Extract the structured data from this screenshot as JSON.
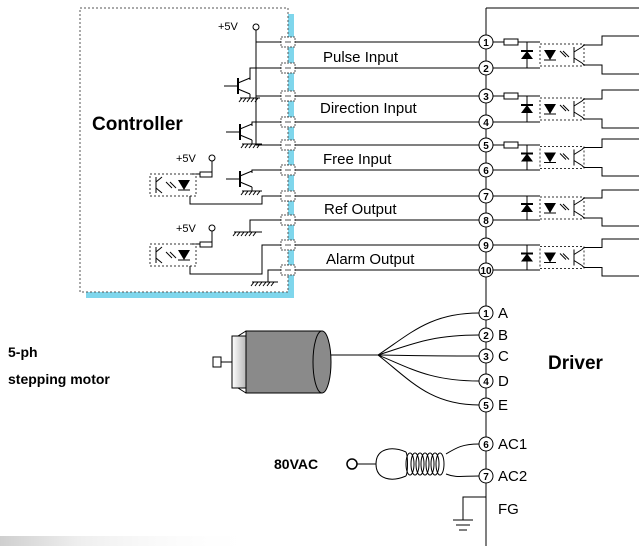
{
  "controller": {
    "label": "Controller",
    "supply_labels": [
      "+5V",
      "+5V",
      "+5V"
    ],
    "signals": [
      {
        "name": "Pulse Input",
        "pins": [
          "1",
          "2"
        ]
      },
      {
        "name": "Direction Input",
        "pins": [
          "3",
          "4"
        ]
      },
      {
        "name": "Free Input",
        "pins": [
          "5",
          "6"
        ]
      },
      {
        "name": "Ref Output",
        "pins": [
          "7",
          "8"
        ]
      },
      {
        "name": "Alarm Output",
        "pins": [
          "9",
          "10"
        ]
      }
    ]
  },
  "motor": {
    "label_line1": "5-ph",
    "label_line2": "stepping motor",
    "terminals": [
      {
        "num": "1",
        "name": "A"
      },
      {
        "num": "2",
        "name": "B"
      },
      {
        "num": "3",
        "name": "C"
      },
      {
        "num": "4",
        "name": "D"
      },
      {
        "num": "5",
        "name": "E"
      }
    ]
  },
  "power": {
    "label": "80VAC",
    "terminals": [
      {
        "num": "6",
        "name": "AC1"
      },
      {
        "num": "7",
        "name": "AC2"
      }
    ]
  },
  "ground": {
    "label": "FG"
  },
  "driver": {
    "label": "Driver"
  },
  "colors": {
    "controller_shadow": "#7fd6ec",
    "motor_body": "#8a8a8a"
  }
}
